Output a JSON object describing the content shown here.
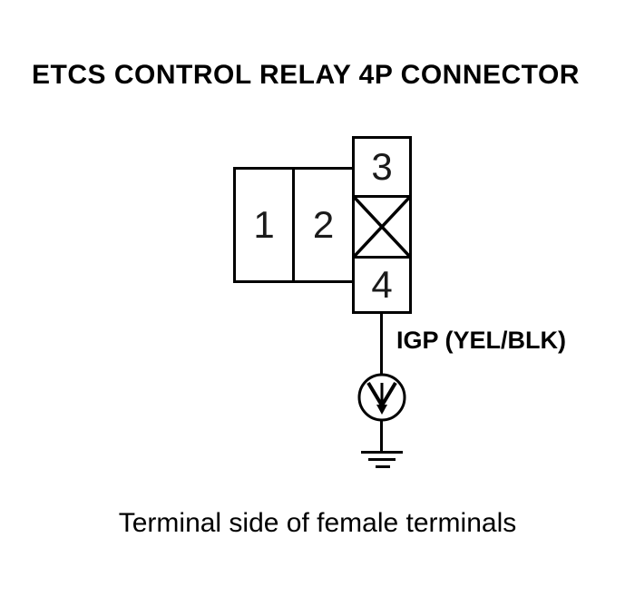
{
  "title": "ETCS CONTROL RELAY 4P CONNECTOR",
  "connector": {
    "name": "ETCS control relay 4P connector",
    "terminal_1": "1",
    "terminal_2": "2",
    "terminal_3": "3",
    "terminal_4": "4",
    "blocked_cavity_icon": "x-mark"
  },
  "wire": {
    "label": "IGP (YEL/BLK)",
    "probe_icon": "voltage-test-probe",
    "ground_icon": "ground"
  },
  "caption": "Terminal side of female terminals",
  "colors": {
    "line": "#000000",
    "background": "#ffffff",
    "text": "#000000"
  }
}
